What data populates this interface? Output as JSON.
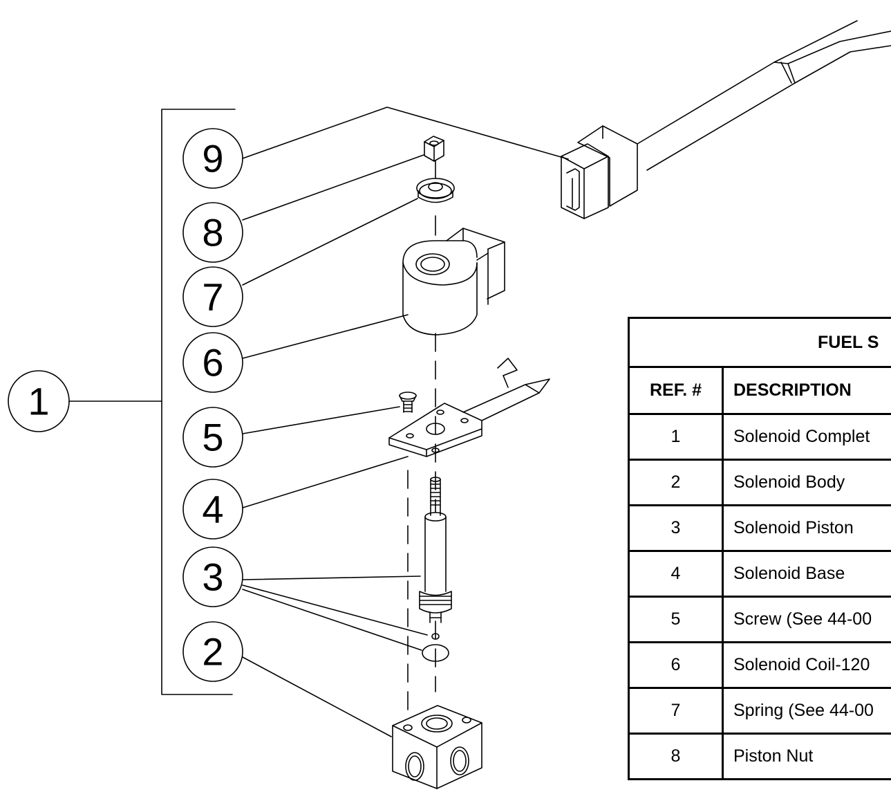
{
  "callouts": [
    "9",
    "8",
    "7",
    "6",
    "5",
    "4",
    "3",
    "2",
    "1"
  ],
  "table": {
    "title": "FUEL S",
    "headers": {
      "ref": "REF. #",
      "description": "DESCRIPTION"
    },
    "rows": [
      {
        "ref": "1",
        "description": "Solenoid Complet"
      },
      {
        "ref": "2",
        "description": "Solenoid Body"
      },
      {
        "ref": "3",
        "description": "Solenoid Piston"
      },
      {
        "ref": "4",
        "description": "Solenoid Base"
      },
      {
        "ref": "5",
        "description": "Screw (See 44-00"
      },
      {
        "ref": "6",
        "description": "Solenoid Coil-120"
      },
      {
        "ref": "7",
        "description": "Spring (See 44-00"
      },
      {
        "ref": "8",
        "description": "Piston Nut"
      }
    ]
  }
}
